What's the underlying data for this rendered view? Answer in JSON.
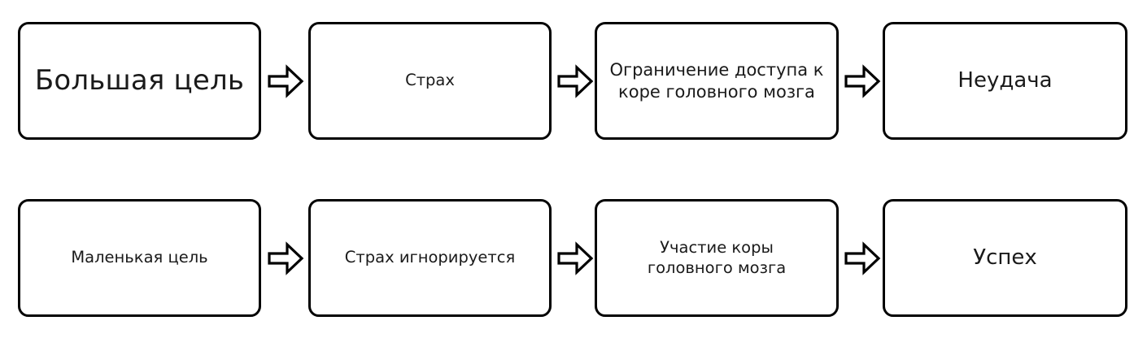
{
  "diagram": {
    "type": "flowchart",
    "orientation": "left-to-right",
    "language": "ru",
    "colors": {
      "stroke": "#000000",
      "box_fill": "#ffffff",
      "text": "#1a1a1a",
      "background": "#ffffff"
    },
    "rows": [
      {
        "id": "row-failure",
        "nodes": [
          {
            "text": "Большая цель",
            "size": "xl"
          },
          {
            "text": "Страх",
            "size": "sm"
          },
          {
            "text": "Ограничение доступа к\nкоре головного мозга",
            "size": "md"
          },
          {
            "text": "Неудача",
            "size": "lg"
          }
        ],
        "connectors": [
          {
            "icon": "arrow-right-icon"
          },
          {
            "icon": "arrow-right-icon"
          },
          {
            "icon": "arrow-right-icon"
          }
        ]
      },
      {
        "id": "row-success",
        "nodes": [
          {
            "text": "Маленькая цель",
            "size": "sm"
          },
          {
            "text": "Страх игнорируется",
            "size": "sm"
          },
          {
            "text": "Участие коры\nголовного мозга",
            "size": "sm"
          },
          {
            "text": "Успех",
            "size": "lg"
          }
        ],
        "connectors": [
          {
            "icon": "arrow-right-icon"
          },
          {
            "icon": "arrow-right-icon"
          },
          {
            "icon": "arrow-right-icon"
          }
        ]
      }
    ]
  }
}
